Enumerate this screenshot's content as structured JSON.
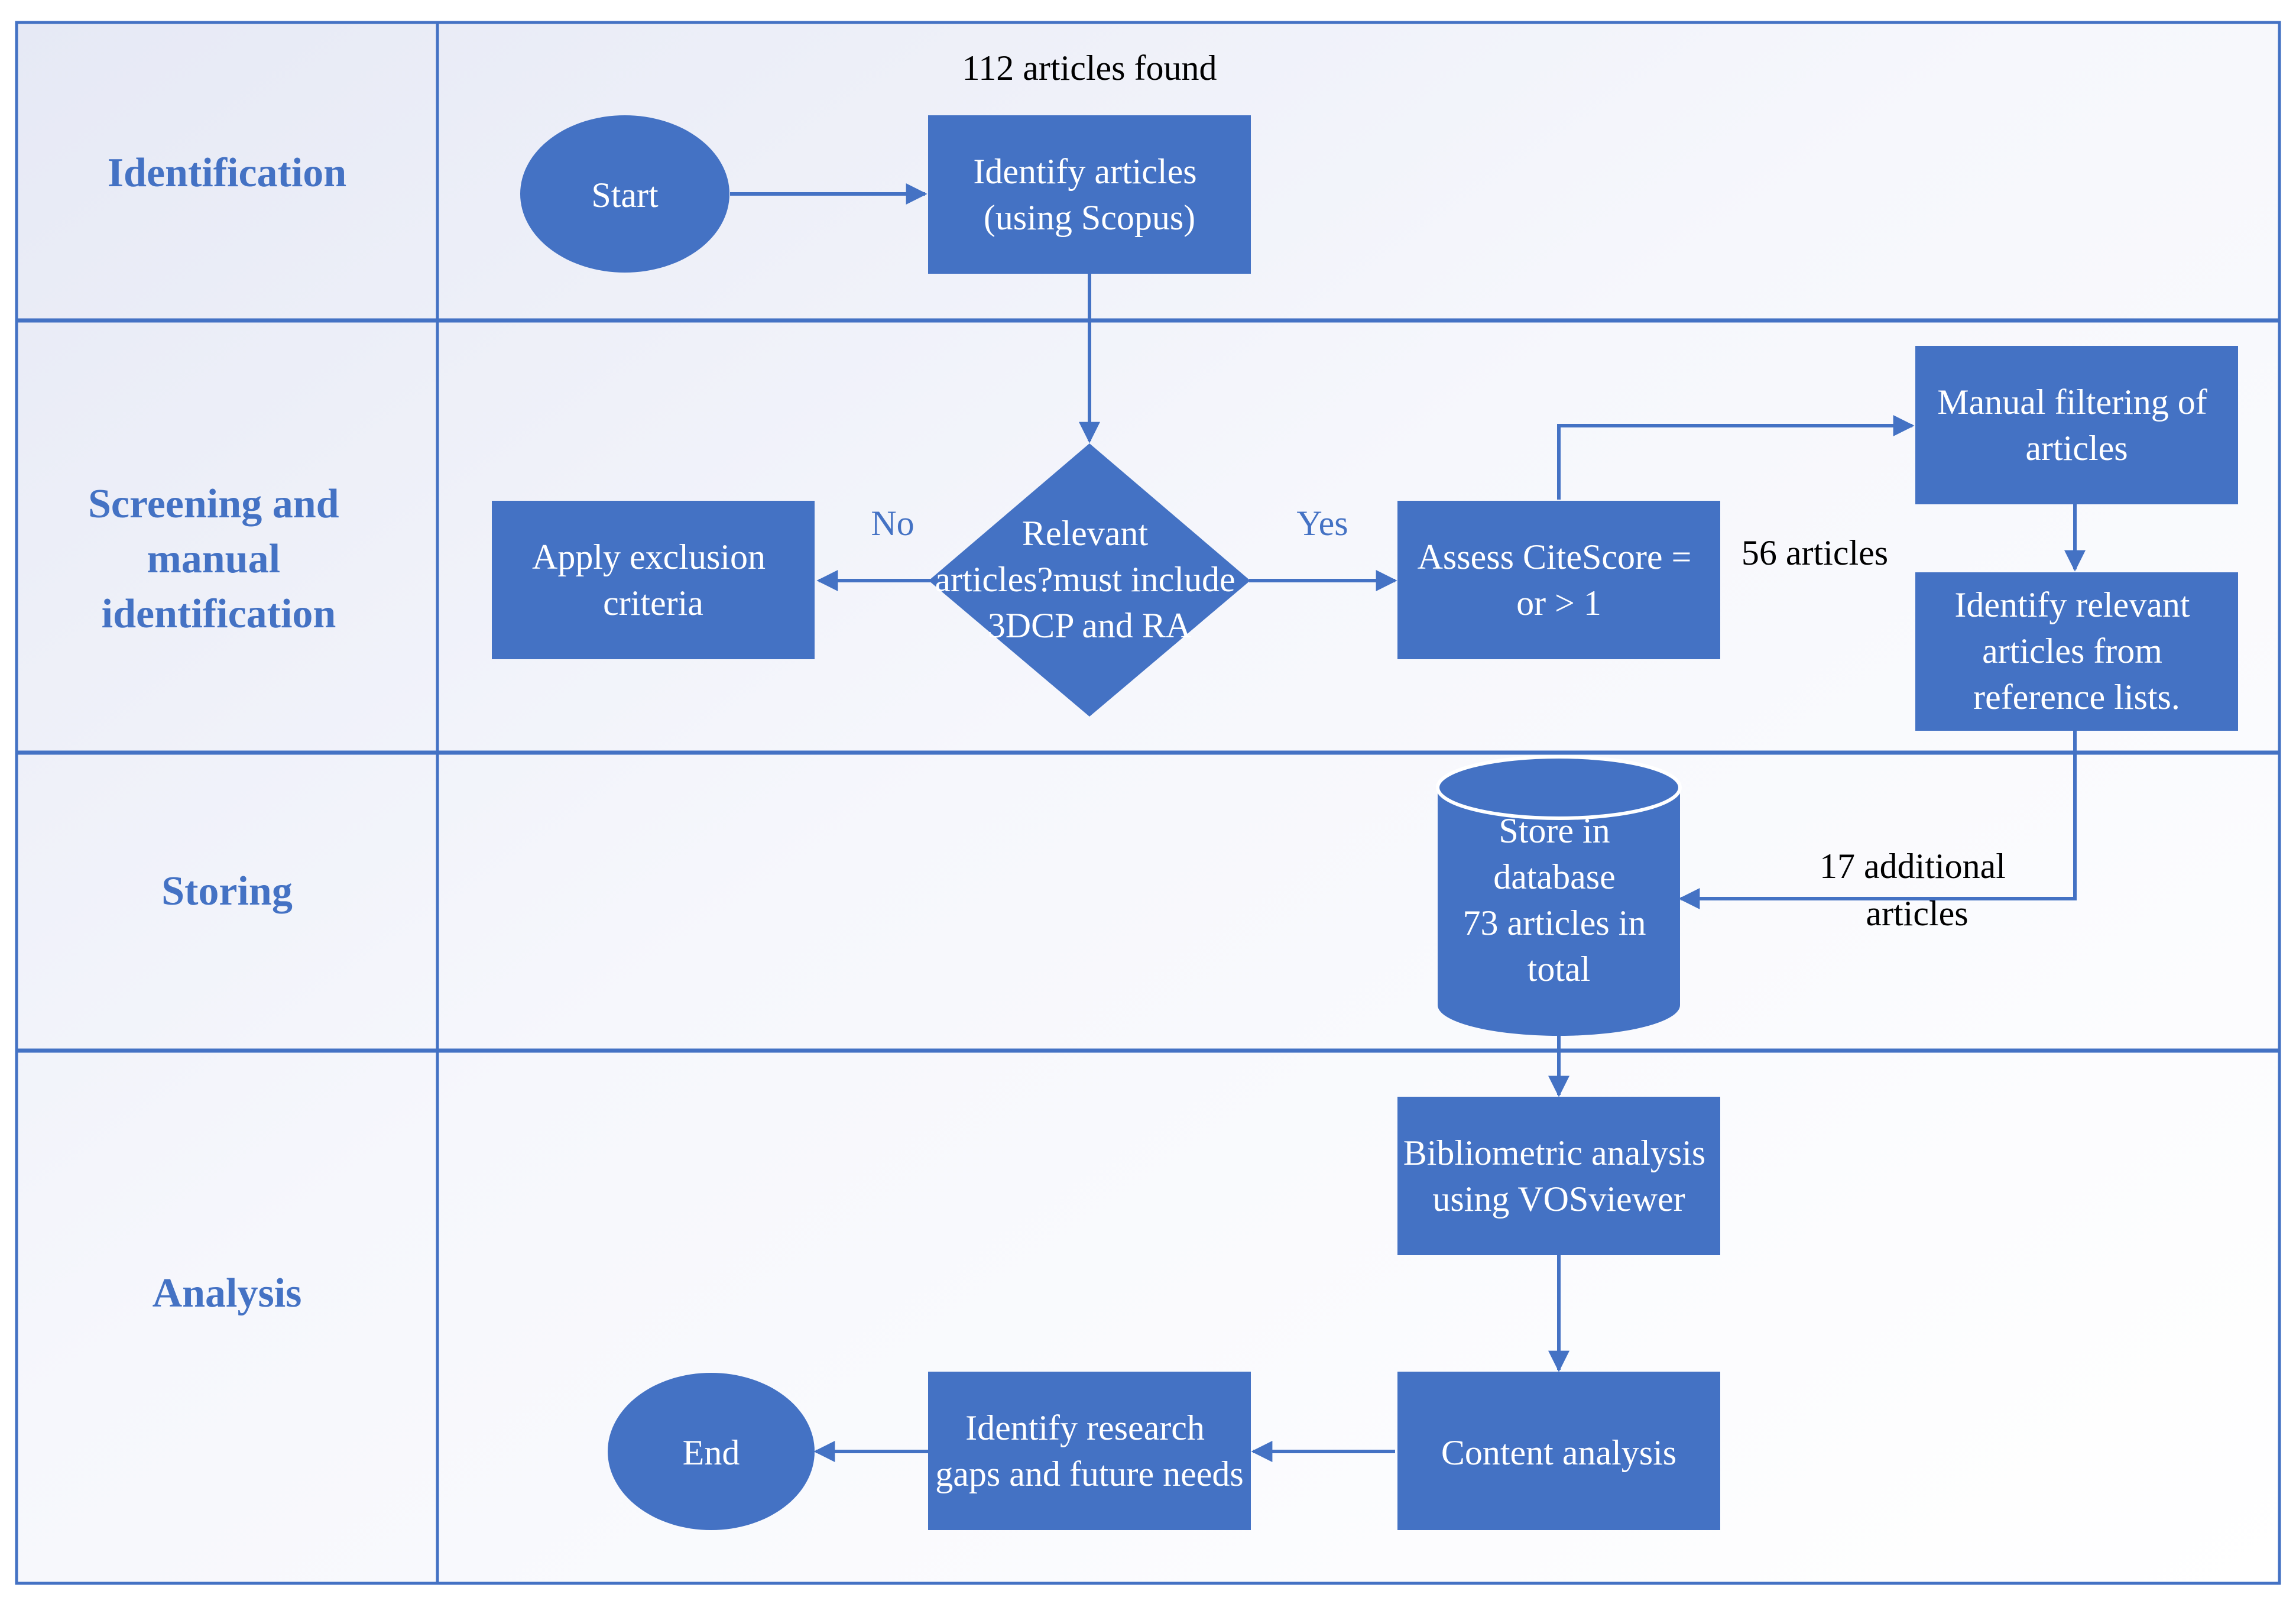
{
  "lanes": [
    {
      "label": [
        "Identification"
      ]
    },
    {
      "label": [
        "Screening and",
        "manual",
        "identification"
      ]
    },
    {
      "label": [
        "Storing"
      ]
    },
    {
      "label": [
        "Analysis"
      ]
    }
  ],
  "nodes": {
    "start": {
      "text": [
        "Start"
      ]
    },
    "identify_articles": {
      "text": [
        "Identify articles",
        "(using Scopus)"
      ]
    },
    "relevant_decision": {
      "text": [
        "Relevant",
        "articles?must include",
        "3DCP and RA"
      ]
    },
    "apply_exclusion": {
      "text": [
        "Apply exclusion",
        "criteria"
      ]
    },
    "assess_citescore": {
      "text": [
        "Assess CiteScore =",
        "or > 1"
      ]
    },
    "manual_filtering": {
      "text": [
        "Manual filtering of",
        "articles"
      ]
    },
    "identify_relevant": {
      "text": [
        "Identify relevant",
        "articles from",
        "reference lists."
      ]
    },
    "store_database": {
      "text": [
        "Store in",
        "database",
        "73 articles in",
        "total"
      ]
    },
    "bibliometric": {
      "text": [
        "Bibliometric analysis",
        "using VOSviewer"
      ]
    },
    "content_analysis": {
      "text": [
        "Content analysis"
      ]
    },
    "identify_gaps": {
      "text": [
        "Identify research",
        "gaps and future needs"
      ]
    },
    "end": {
      "text": [
        "End"
      ]
    }
  },
  "annotations": {
    "found": "112 articles found",
    "fiftysix": "56 articles",
    "additional": [
      "17 additional",
      "articles"
    ]
  },
  "branch_labels": {
    "no": "No",
    "yes": "Yes"
  },
  "colors": {
    "shape_fill": "#4472c4",
    "lane_border": "#4472c4",
    "lane_label": "#4472c4",
    "node_text": "#ffffff",
    "annotation_text": "#000000"
  }
}
